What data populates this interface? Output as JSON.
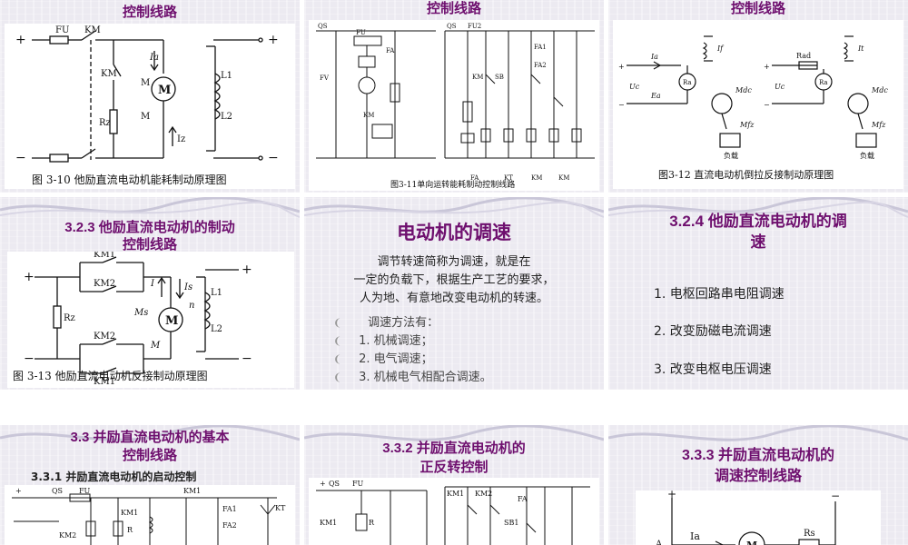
{
  "slides": {
    "s1": {
      "title": "控制线路",
      "caption": "图 3-10 他励直流电动机能耗制动原理图",
      "fig": {
        "fu": "FU",
        "km": "KM",
        "km2": "KM",
        "m": "M",
        "ia": "Ia",
        "mm": "M",
        "rz": "Rz",
        "iz": "Iz",
        "l1": "L1",
        "l2": "L2"
      }
    },
    "s2": {
      "title": "控制线路",
      "caption": "图3-11单向运转能耗制动控制线路"
    },
    "s3": {
      "title": "控制线路",
      "caption": "图3-12 直流电动机倒拉反接制动原理图",
      "fig": {
        "ia": "Ia",
        "uc": "Uc",
        "ea": "Ea",
        "ra": "Ra",
        "mdc": "Mdc",
        "mfz": "Mfz",
        "load": "负载",
        "if": "If",
        "rad": "Rad",
        "it": "It"
      }
    },
    "s4": {
      "title_line1": "3.2.3 他励直流电动机的制动",
      "title_line2": "控制线路",
      "caption": "图 3-13 他励直流电动机反接制动原理图",
      "fig": {
        "km1": "KM1",
        "km2": "KM2",
        "rz": "Rz",
        "i": "I",
        "is": "Is",
        "ms": "Ms",
        "m": "M",
        "mm": "M",
        "n": "n",
        "l1": "L1",
        "l2": "L2"
      }
    },
    "s5": {
      "title": "电动机的调速",
      "para_line1": "调节转速简称为调速，就是在",
      "para_line2": "一定的负载下，根据生产工艺的要求，",
      "para_line3": "人为地、有意地改变电动机的转速。",
      "methods_label": "调速方法有：",
      "methods": [
        "1. 机械调速；",
        "2. 电气调速；",
        "3. 机械电气相配合调速。"
      ]
    },
    "s6": {
      "title_line1": "3.2.4 他励直流电动机的调",
      "title_line2": "速",
      "items": [
        "1. 电枢回路串电阻调速",
        "2. 改变励磁电流调速",
        "3. 改变电枢电压调速"
      ]
    },
    "s7": {
      "title_line1": "3.3 并励直流电动机的基本",
      "title_line2": "控制线路",
      "subtitle": "3.3.1 并励直流电动机的启动控制",
      "fig": {
        "qs": "QS",
        "fu": "FU",
        "km1": "KM1",
        "fa1": "FA1",
        "fa2": "FA2",
        "kt": "KT",
        "r": "R",
        "km2": "KM2"
      }
    },
    "s8": {
      "title_line1": "3.3.2 并励直流电动机的",
      "title_line2": "正反转控制",
      "fig": {
        "qs": "QS",
        "fu": "FU",
        "km1": "KM1",
        "km2": "KM2",
        "fa": "FA",
        "sb1": "SB1",
        "r": "R"
      }
    },
    "s9": {
      "title_line1": "3.3.3 并励直流电动机的",
      "title_line2": "调速控制线路",
      "fig": {
        "ia": "Ia",
        "m": "M",
        "rs": "Rs",
        "a": "A"
      }
    }
  }
}
